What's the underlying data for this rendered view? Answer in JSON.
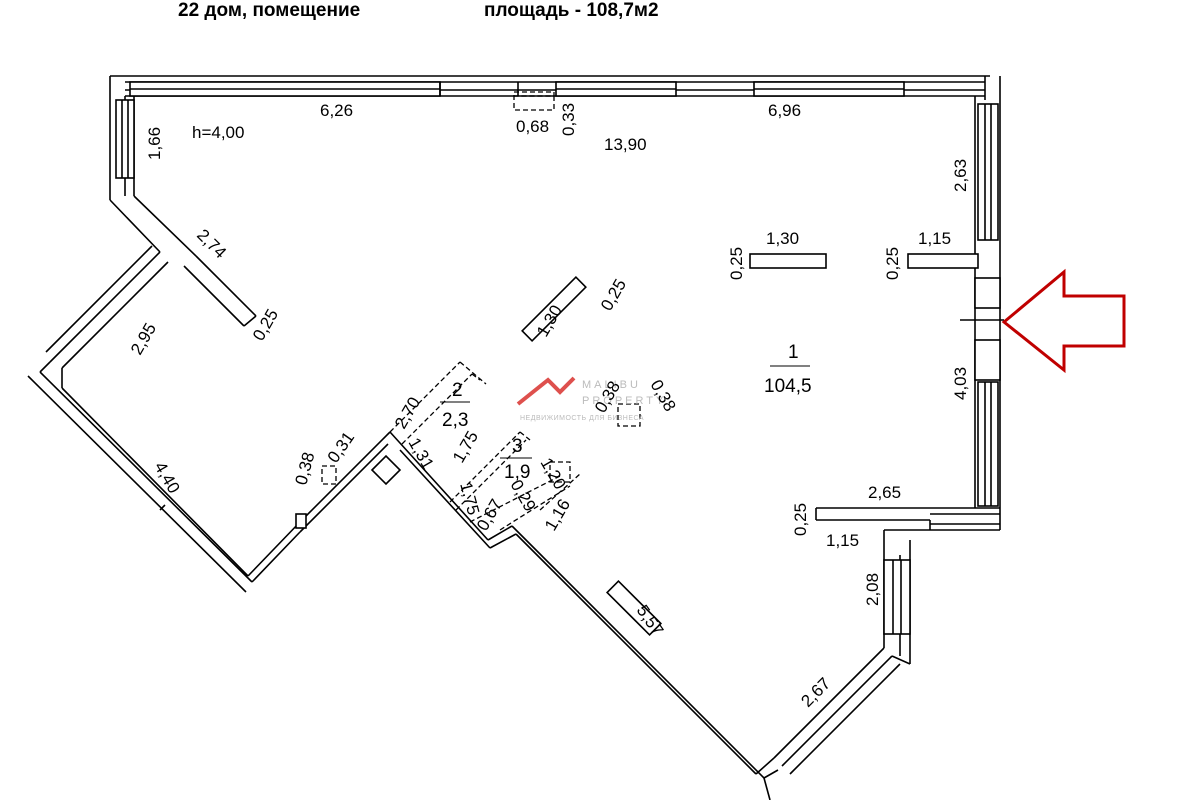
{
  "header": {
    "left_text": "22 дом, помещение",
    "right_text": "площадь - 108,7м2"
  },
  "plan": {
    "height_note": "h=4,00",
    "dimensions": {
      "top_left": "6,26",
      "top_right": "6,96",
      "niche_w": "0,68",
      "niche_d": "0,33",
      "room_length": "13,90",
      "left_upper": "1,66",
      "diag_upper": "2,74",
      "diag_stub": "0,25",
      "left_window": "2,95",
      "left_long": "4,40",
      "column_h_len": "1,30",
      "column_h_w": "0,25",
      "column_d_len": "1,30",
      "column_d_w": "0,25",
      "right_upper": "2,63",
      "right_col_len": "1,15",
      "right_col_w": "0,25",
      "right_mid": "4,03",
      "right_lower_len": "2,65",
      "right_lower_w": "0,25",
      "right_lower_col": "1,15",
      "lower_right_v": "2,08",
      "lower_diag": "2,67",
      "bottom_diag": "5,57",
      "mid_diag": "2,70",
      "small_a": "0,38",
      "small_b": "0,31",
      "shaft_a": "0,38",
      "shaft_b": "0,38",
      "r2_a": "1,31",
      "r2_b": "1,75",
      "r3_a": "1,75",
      "r3_b": "1,20",
      "r3_c": "0,67",
      "r3_d": "0,29",
      "r3_e": "1,16"
    },
    "rooms": [
      {
        "number": "1",
        "area": "104,5"
      },
      {
        "number": "2",
        "area": "2,3"
      },
      {
        "number": "3",
        "area": "1,9"
      }
    ],
    "watermark": {
      "brand_a": "MALIBU",
      "brand_b": "PROPERTY",
      "tagline": "НЕДВИЖИМОСТЬ ДЛЯ БИЗНЕСА"
    },
    "colors": {
      "entrance_arrow": "#c00000",
      "watermark_logo": "#d9322e"
    },
    "entrance_arrow_icon": "arrow-left-outline"
  }
}
